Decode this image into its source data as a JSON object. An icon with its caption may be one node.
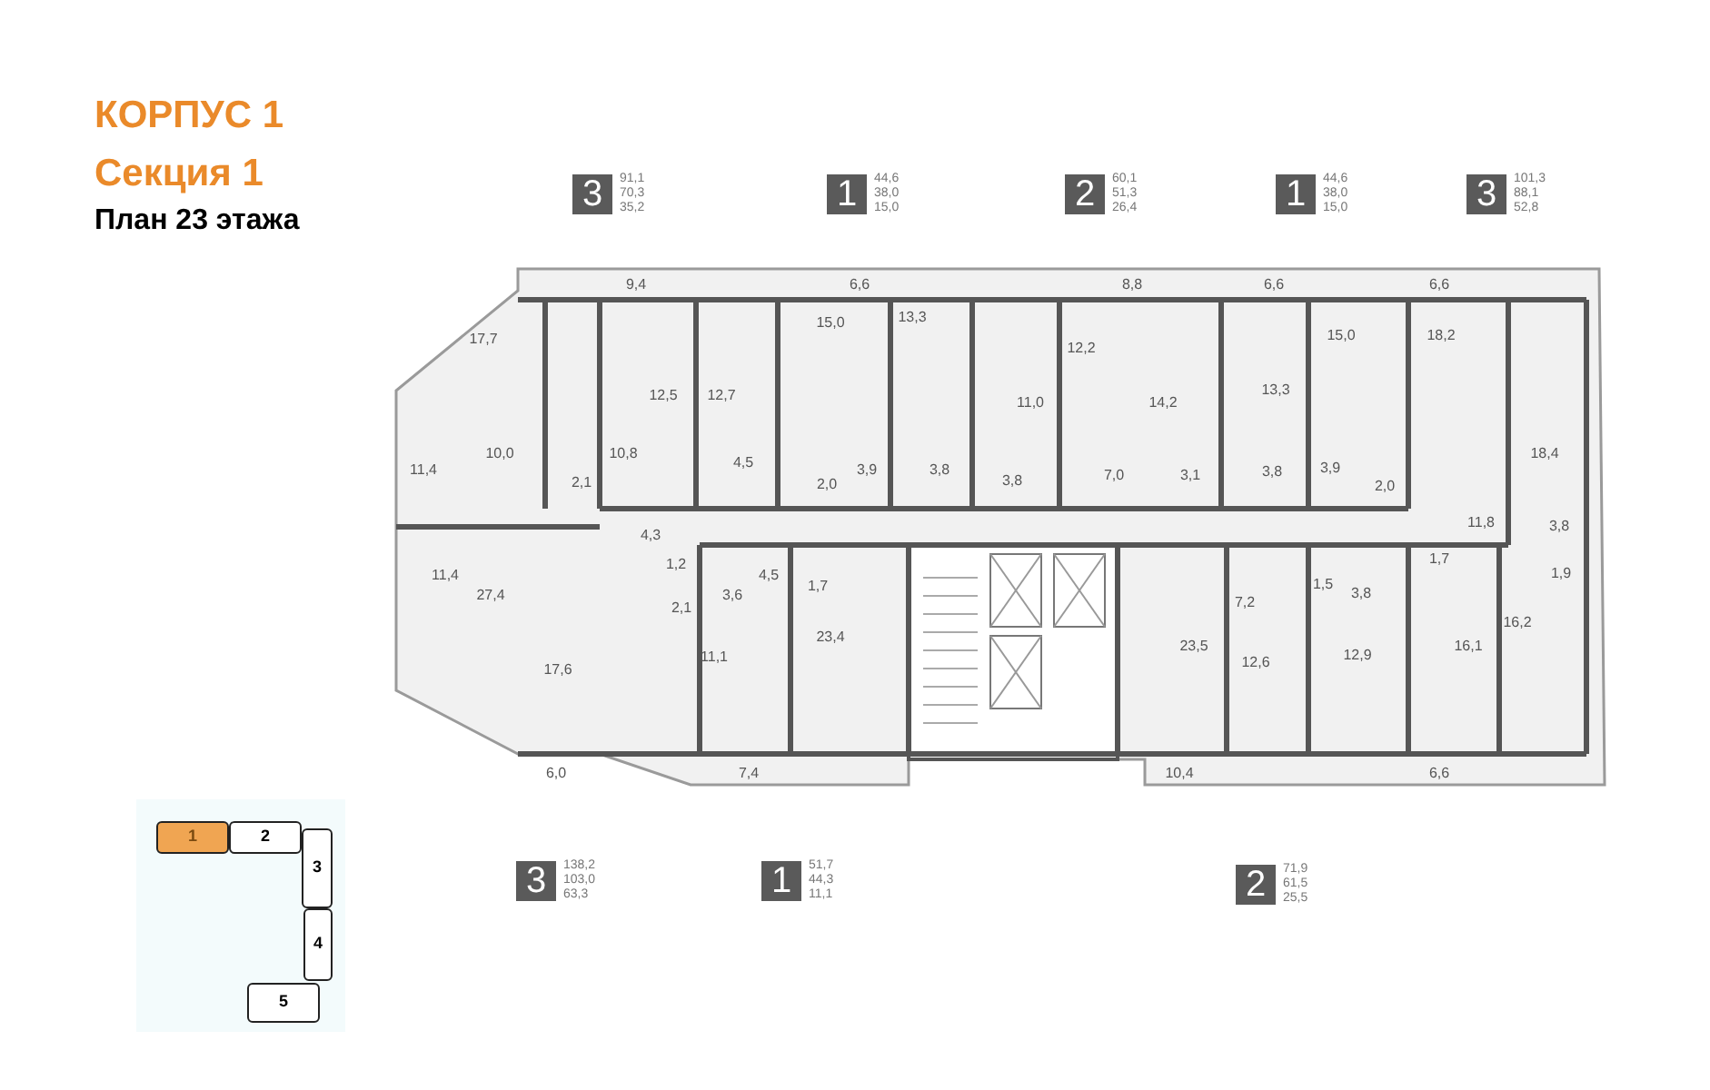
{
  "diagram": {
    "title": "КОРПУС 1",
    "nodes": [
      {
        "text": [
          "3"
        ],
        "beside": [
          "91,1",
          "70,3",
          "35,2"
        ]
      },
      {
        "text": [
          "1"
        ],
        "beside": [
          "44,6",
          "38,0",
          "15,0"
        ]
      },
      {
        "text": [
          "2"
        ],
        "beside": [
          "60,1",
          "51,3",
          "26,4"
        ]
      },
      {
        "text": [
          "1"
        ],
        "beside": [
          "44,6",
          "38,0",
          "15,0"
        ]
      },
      {
        "text": [
          "3"
        ],
        "beside": [
          "101,3",
          "88,1",
          "52,8"
        ]
      },
      {
        "text": [
          "3"
        ],
        "beside": [
          "138,2",
          "103,0",
          "63,3"
        ]
      },
      {
        "text": [
          "1"
        ],
        "beside": [
          "51,7",
          "44,3",
          "11,1"
        ]
      },
      {
        "text": [
          "2"
        ],
        "beside": [
          "71,9",
          "61,5",
          "25,5"
        ]
      },
      {
        "text": [
          "1"
        ]
      },
      {
        "text": [
          "2"
        ]
      },
      {
        "text": [
          "3"
        ]
      },
      {
        "text": [
          "4"
        ]
      },
      {
        "text": [
          "5"
        ]
      }
    ],
    "labels": [
      "Секция 1",
      "План 23 этажа",
      "9,4",
      "6,6",
      "8,8",
      "6,6",
      "6,6",
      "17,7",
      "15,0",
      "13,3",
      "12,2",
      "15,0",
      "18,2",
      "12,5",
      "12,7",
      "11,0",
      "14,2",
      "13,3",
      "11,4",
      "10,0",
      "2,1",
      "10,8",
      "4,5",
      "2,0",
      "3,9",
      "3,8",
      "3,8",
      "7,0",
      "3,1",
      "3,8",
      "3,9",
      "2,0",
      "18,4",
      "4,3",
      "11,8",
      "3,8",
      "11,4",
      "27,4",
      "1,2",
      "2,1",
      "3,6",
      "4,5",
      "1,7",
      "7,2",
      "1,5",
      "3,8",
      "1,7",
      "1,9",
      "17,6",
      "11,1",
      "23,4",
      "23,5",
      "12,6",
      "12,9",
      "16,1",
      "16,2",
      "6,0",
      "7,4",
      "10,4",
      "6,6"
    ]
  }
}
